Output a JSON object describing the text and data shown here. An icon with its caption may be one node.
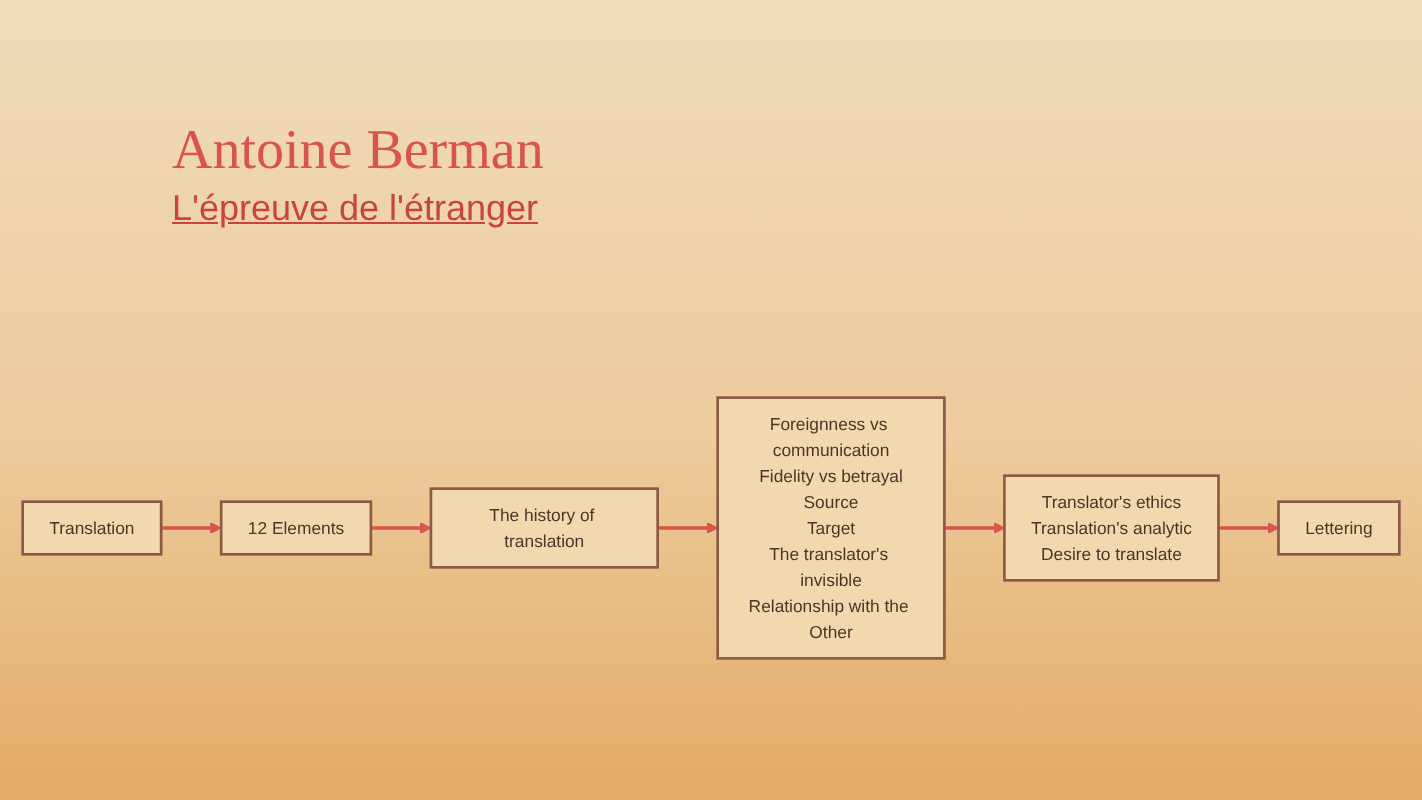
{
  "diagram": {
    "title": "Antoine Berman",
    "nodes": [
      {
        "text": [
          "Foreignness vs communication",
          "Fidelity vs betrayal",
          "Source",
          "Target",
          "The translator's invisible",
          "Relationship with the Other"
        ]
      },
      {
        "text": [
          "Translator's ethics",
          "Translation's analytic",
          "Desire to translate"
        ]
      },
      {
        "text": [
          "Lettering"
        ]
      },
      {
        "text": [
          "Translation"
        ]
      },
      {
        "text": [
          "The history of translation"
        ]
      },
      {
        "text": [
          "12 Elements"
        ]
      }
    ],
    "edges": [
      {
        "from": 3,
        "to": 5,
        "arrow": "to"
      },
      {
        "from": 5,
        "to": 4,
        "arrow": "to"
      },
      {
        "from": 4,
        "to": 0,
        "arrow": "to"
      },
      {
        "from": 0,
        "to": 1,
        "arrow": "to"
      },
      {
        "from": 1,
        "to": 2,
        "arrow": "to"
      }
    ],
    "labels": [
      "L'épreuve de l'étranger"
    ]
  }
}
